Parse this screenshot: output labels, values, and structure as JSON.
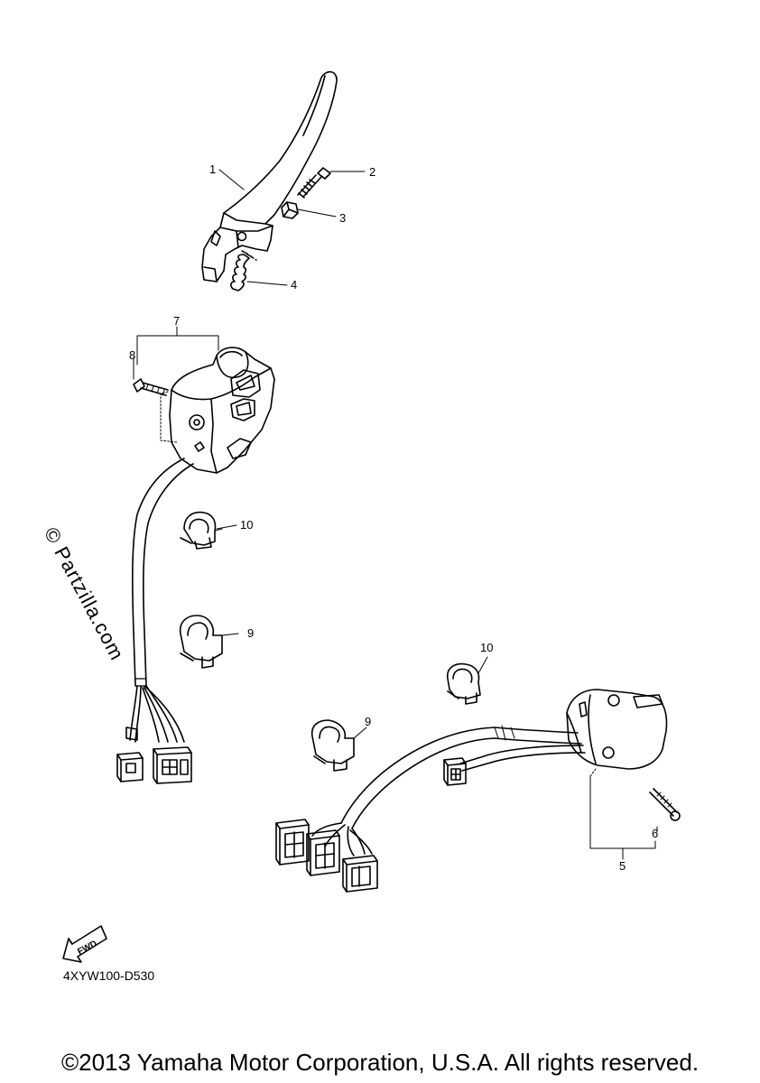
{
  "callouts": {
    "c1": "1",
    "c2": "2",
    "c3": "3",
    "c4": "4",
    "c5": "5",
    "c6": "6",
    "c7": "7",
    "c8": "8",
    "c9a": "9",
    "c10a": "10",
    "c9b": "9",
    "c10b": "10"
  },
  "fwd_label": "FWD",
  "diagram_code": "4XYW100-D530",
  "watermark": "© Partzilla.com",
  "copyright": "©2013 Yamaha Motor Corporation, U.S.A. All rights reserved."
}
